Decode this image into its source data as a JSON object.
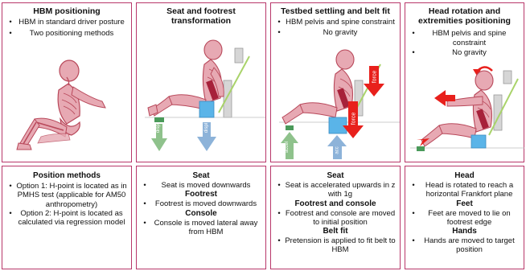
{
  "top": [
    {
      "title": "HBM positioning",
      "bullets": [
        "HBM in standard driver posture",
        "Two positioning methods"
      ]
    },
    {
      "title": "Seat and footrest transformation",
      "bullets": [],
      "arrows": [
        "displ",
        "displ"
      ]
    },
    {
      "title": "Testbed settling and belt fit",
      "bullets": [
        "HBM pelvis and spine constraint",
        "No gravity"
      ],
      "arrows": [
        "force",
        "force",
        "accel",
        "acc"
      ]
    },
    {
      "title": "Head rotation and extremities positioning",
      "bullets": [
        "HBM pelvis and spine constraint",
        "No gravity"
      ]
    }
  ],
  "bottom": [
    {
      "heading": "Position methods",
      "bullets": [
        "Option 1: H-point is located as in PMHS test (applicable for AM50 anthropometry)",
        "Option 2: H-point is located as calculated via regression model"
      ]
    },
    {
      "sections": [
        {
          "heading": "Seat",
          "text": "Seat is moved downwards"
        },
        {
          "heading": "Footrest",
          "text": "Footrest is moved downwards"
        },
        {
          "heading": "Console",
          "text": "Console is moved lateral away from HBM"
        }
      ]
    },
    {
      "sections": [
        {
          "heading": "Seat",
          "text": "Seat is accelerated upwards in z with 1g"
        },
        {
          "heading": "Footrest and console",
          "text": "Footrest and console are moved to initial position"
        },
        {
          "heading": "Belt fit",
          "text": "Pretension is applied to fit belt to HBM"
        }
      ]
    },
    {
      "sections": [
        {
          "heading": "Head",
          "text": "Head is rotated to reach a horizontal Frankfort plane"
        },
        {
          "heading": "Feet",
          "text": "Feet are moved to lie on footrest edge"
        },
        {
          "heading": "Hands",
          "text": "Hands are moved to target position"
        }
      ]
    }
  ],
  "colors": {
    "border": "#b8376a",
    "body": "#e7a9b3",
    "bone": "#b8485a",
    "arrow_red": "#e8201c",
    "arrow_blue": "#8db3d9",
    "arrow_green": "#8fc28c",
    "block_blue": "#5ab4e8",
    "rig_gray": "#bdbdbd"
  }
}
